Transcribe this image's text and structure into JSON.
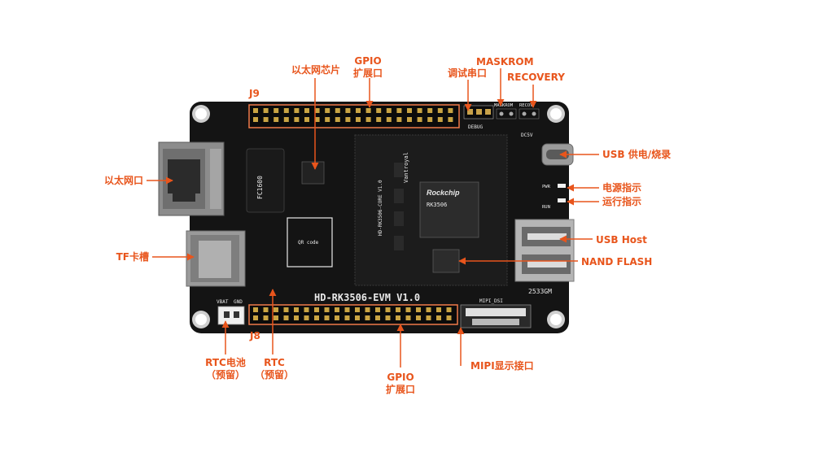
{
  "board": {
    "model": "HD-RK3506-EVM V1.0",
    "qr_label": "QR code",
    "debug_label": "DEBUG",
    "maskrom_silk": "MASKROM",
    "recovery_silk": "RECOV",
    "dc5v_label": "DC5V",
    "pwr_label": "PWR",
    "run_label": "RUN",
    "mipi_silk": "MIPI_DSI",
    "vbat_label": "VBAT",
    "gnd_label": "GND",
    "date_code": "2533GM",
    "rockchip_brand": "Rockchip",
    "soc_part": "RK3506",
    "transformer_part": "FC1600",
    "module_silk": "HD-RK3506-CORE V1.0",
    "vantroyal": "Vantroyal"
  },
  "callouts": {
    "ethernet_chip": "以太网芯片",
    "gpio_top_line1": "GPIO",
    "gpio_top_line2": "扩展口",
    "j9": "J9",
    "maskrom": "MASKROM",
    "debug_port": "调试串口",
    "recovery": "RECOVERY",
    "usb_power": "USB 供电/烧录",
    "power_led": "电源指示",
    "run_led": "运行指示",
    "ethernet_port": "以太网口",
    "tf_slot": "TF卡槽",
    "usb_host": "USB Host",
    "nand_flash": "NAND FLASH",
    "mipi": "MIPI显示接口",
    "rtc_battery_line1": "RTC电池",
    "rtc_battery_line2": "（预留）",
    "rtc_line1": "RTC",
    "rtc_line2": "（预留）",
    "j8": "J8",
    "gpio_bottom_line1": "GPIO",
    "gpio_bottom_line2": "扩展口"
  },
  "colors": {
    "accent": "#e8551c",
    "pcb": "#141414",
    "silkscreen": "#e9e9e9"
  }
}
